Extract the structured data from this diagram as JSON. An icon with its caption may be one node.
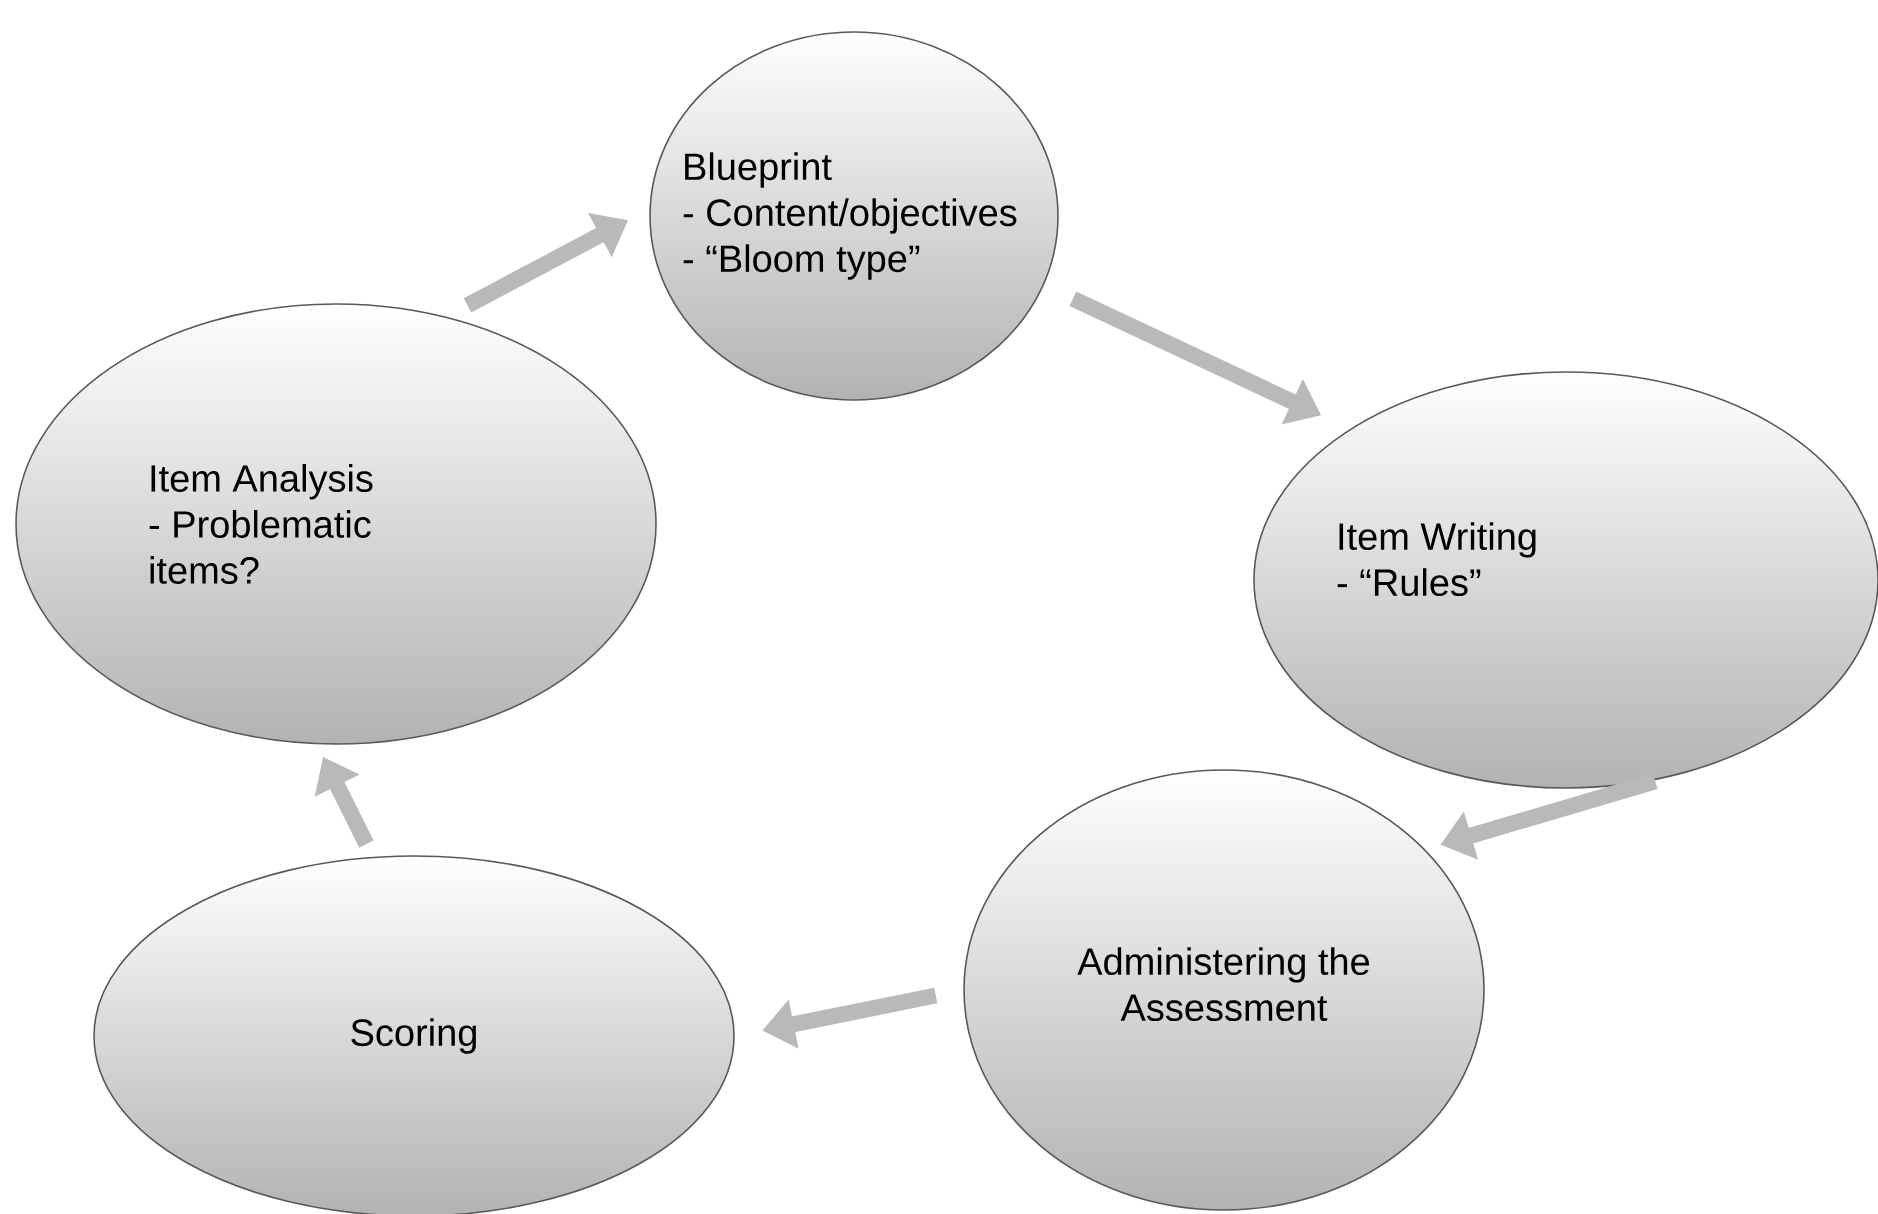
{
  "diagram": {
    "nodes": [
      {
        "text": [
          "Blueprint",
          "- Content/objectives",
          "- “Bloom type”"
        ]
      },
      {
        "text": [
          "Item Writing",
          "- “Rules”"
        ]
      },
      {
        "text": [
          "Administering the Assessment"
        ]
      },
      {
        "text": [
          "Scoring"
        ]
      },
      {
        "text": [
          "Item Analysis",
          "- Problematic items?"
        ]
      }
    ],
    "edges": [
      {
        "from": 0,
        "to": 1,
        "arrow": "to"
      },
      {
        "from": 1,
        "to": 2,
        "arrow": "to"
      },
      {
        "from": 2,
        "to": 3,
        "arrow": "to"
      },
      {
        "from": 3,
        "to": 4,
        "arrow": "to"
      },
      {
        "from": 4,
        "to": 0,
        "arrow": "to"
      }
    ]
  }
}
